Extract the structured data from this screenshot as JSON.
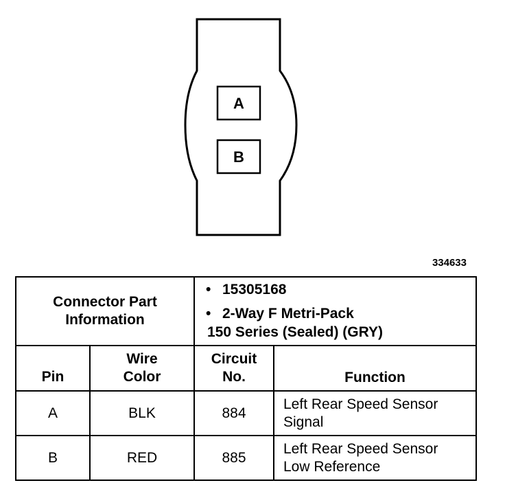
{
  "figure_id": "334633",
  "connector": {
    "pins": [
      "A",
      "B"
    ]
  },
  "table": {
    "part_info_label_line1": "Connector Part",
    "part_info_label_line2": "Information",
    "part_info": [
      "15305168",
      "2-Way F Metri-Pack",
      "150 Series (Sealed) (GRY)"
    ],
    "headers": {
      "pin": "Pin",
      "wire_color_line1": "Wire",
      "wire_color_line2": "Color",
      "circuit_line1": "Circuit",
      "circuit_line2": "No.",
      "function": "Function"
    },
    "rows": [
      {
        "pin": "A",
        "color": "BLK",
        "circuit": "884",
        "function_line1": "Left Rear Speed Sensor",
        "function_line2": "Signal"
      },
      {
        "pin": "B",
        "color": "RED",
        "circuit": "885",
        "function_line1": "Left Rear Speed Sensor",
        "function_line2": "Low Reference"
      }
    ]
  }
}
